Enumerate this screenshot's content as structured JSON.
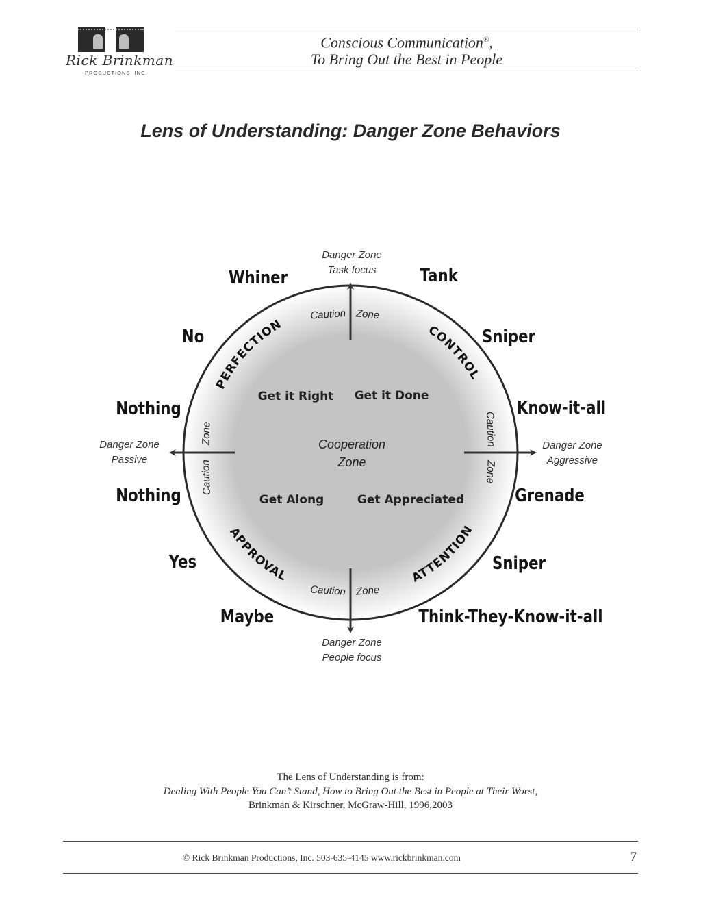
{
  "logo": {
    "name": "Rick Brinkman",
    "sub": "PRODUCTIONS, INC."
  },
  "header": {
    "line1": "Conscious Communication",
    "line1_mark": "®",
    "line1_suffix": ",",
    "line2": "To Bring Out the Best in People"
  },
  "title": "Lens of Understanding: Danger Zone Behaviors",
  "diagram": {
    "danger_zones": {
      "top": [
        "Danger Zone",
        "Task focus"
      ],
      "bottom": [
        "Danger Zone",
        "People focus"
      ],
      "left": [
        "Danger Zone",
        "Passive"
      ],
      "right": [
        "Danger Zone",
        "Aggressive"
      ]
    },
    "caution_zone": {
      "caution": "Caution",
      "zone": "Zone"
    },
    "intents": {
      "perfection": "PERFECTION",
      "control": "CONTROL",
      "approval": "APPROVAL",
      "attention": "ATTENTION"
    },
    "goals": {
      "top_left": "Get it Right",
      "top_right": "Get it Done",
      "bottom_left": "Get Along",
      "bottom_right": "Get Appreciated"
    },
    "cooperation": [
      "Cooperation",
      "Zone"
    ],
    "behaviors": {
      "whiner": "Whiner",
      "tank": "Tank",
      "no": "No",
      "sniper_top": "Sniper",
      "nothing_top": "Nothing",
      "know_it_all": "Know-it-all",
      "nothing_bottom": "Nothing",
      "grenade": "Grenade",
      "yes": "Yes",
      "sniper_bottom": "Sniper",
      "maybe": "Maybe",
      "think_they_know_it_all": "Think-They-Know-it-all"
    }
  },
  "citation": {
    "line1": "The Lens of Understanding is from:",
    "line2": "Dealing With People You Can’t Stand, How to Bring Out the Best in People at Their Worst",
    "line2_suffix": ",",
    "line3": "Brinkman & Kirschner, McGraw-Hill, 1996,2003"
  },
  "footer": {
    "text": "© Rick Brinkman Productions, Inc.  503-635-4145    www.rickbrinkman.com",
    "page": "7"
  }
}
